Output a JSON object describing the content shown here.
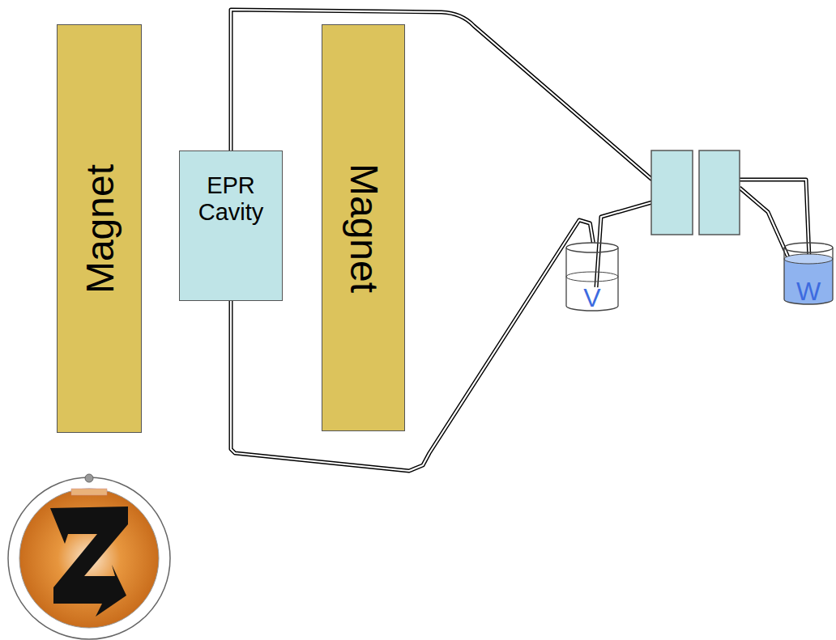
{
  "diagram": {
    "nodes": [
      {
        "text": [
          "Magnet"
        ]
      },
      {
        "text": [
          "EPR Cavity"
        ]
      },
      {
        "text": [
          "Magnet"
        ]
      },
      {
        "text": [
          "V"
        ]
      },
      {
        "text": [
          "W"
        ]
      }
    ],
    "edges": [
      {
        "from": 1,
        "to": 3,
        "arrow": "none"
      }
    ]
  }
}
